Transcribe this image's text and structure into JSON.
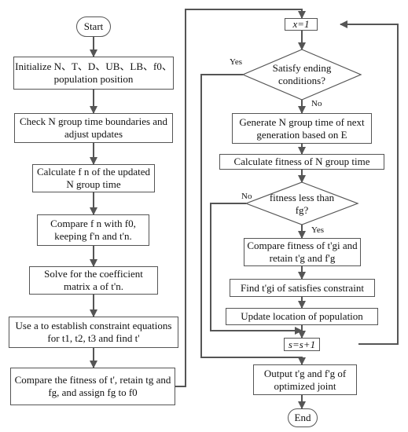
{
  "nodes": {
    "start": "Start",
    "init": "Initialize N、T、D、UB、LB、f0、population position",
    "check": "Check N group time boundaries and adjust updates",
    "calc_fn": "Calculate f n of the updated N group time",
    "compare": "Compare f n with f0, keeping f'n and t'n.",
    "solve": "Solve for the coefficient matrix a of t'n.",
    "use_a": "Use a to establish constraint equations for t1, t2, t3 and find t'",
    "compare2": "Compare the fitness of t', retain tg and fg, and assign fg to f0",
    "x1": "x=1",
    "satisfy": "Satisfy ending conditions?",
    "generate": "Generate N group time of next generation based on E",
    "calc_fit": "Calculate fitness of N group time",
    "fitness_less": "fitness less than fg?",
    "compare_gi": "Compare fitness of t'gi and retain t'g and f'g",
    "find": "Find t'gi of satisfies constraint",
    "update": "Update location of population",
    "s": "s=s+1",
    "output": "Output t'g and f'g of optimized joint",
    "end": "End"
  },
  "edge_labels": {
    "satisfy_yes": "Yes",
    "satisfy_no": "No",
    "fitness_no": "No",
    "fitness_yes": "Yes"
  }
}
